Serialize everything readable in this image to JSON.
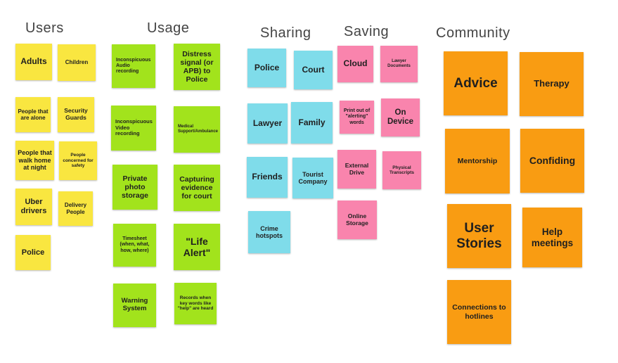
{
  "colors": {
    "users": "#f9e640",
    "usage": "#a2e31c",
    "sharing": "#7fdcea",
    "saving": "#f984ad",
    "community": "#f99c12"
  },
  "headings": {
    "users": "Users",
    "usage": "Usage",
    "sharing": "Sharing",
    "saving": "Saving",
    "community": "Community"
  },
  "users": {
    "adults": "Adults",
    "children": "Children",
    "alone": "People that are alone",
    "guards": "Security Guards",
    "walk_home": "People that walk home at night",
    "concerned": "People concerned for safety",
    "uber": "Uber drivers",
    "delivery": "Delivery People",
    "police": "Police"
  },
  "usage": {
    "audio": "Inconspicuous Audio recording",
    "distress": "Distress signal (or APB) to Police",
    "video": "Inconspicuous Video recording",
    "medical": "Medical Support/Ambulance",
    "photo": "Private photo storage",
    "evidence": "Capturing evidence for court",
    "timesheet": "Timesheet (when, what, how, where)",
    "life_alert": "\"Life Alert\"",
    "warning": "Warning System",
    "keywords": "Records when key words like \"help\" are heard"
  },
  "sharing": {
    "police": "Police",
    "court": "Court",
    "lawyer": "Lawyer",
    "family": "Family",
    "friends": "Friends",
    "tourist": "Tourist Company",
    "crime": "Crime hotspots"
  },
  "saving": {
    "cloud": "Cloud",
    "lawyer_docs": "Lawyer Documents",
    "printout": "Print out of \"alerting\" words",
    "on_device": "On Device",
    "external": "External Drive",
    "transcripts": "Physical Transcripts",
    "online": "Online Storage"
  },
  "community": {
    "advice": "Advice",
    "therapy": "Therapy",
    "mentorship": "Mentorship",
    "confiding": "Confiding",
    "user_stories": "User Stories",
    "help_meetings": "Help meetings",
    "hotlines": "Connections to hotlines"
  }
}
